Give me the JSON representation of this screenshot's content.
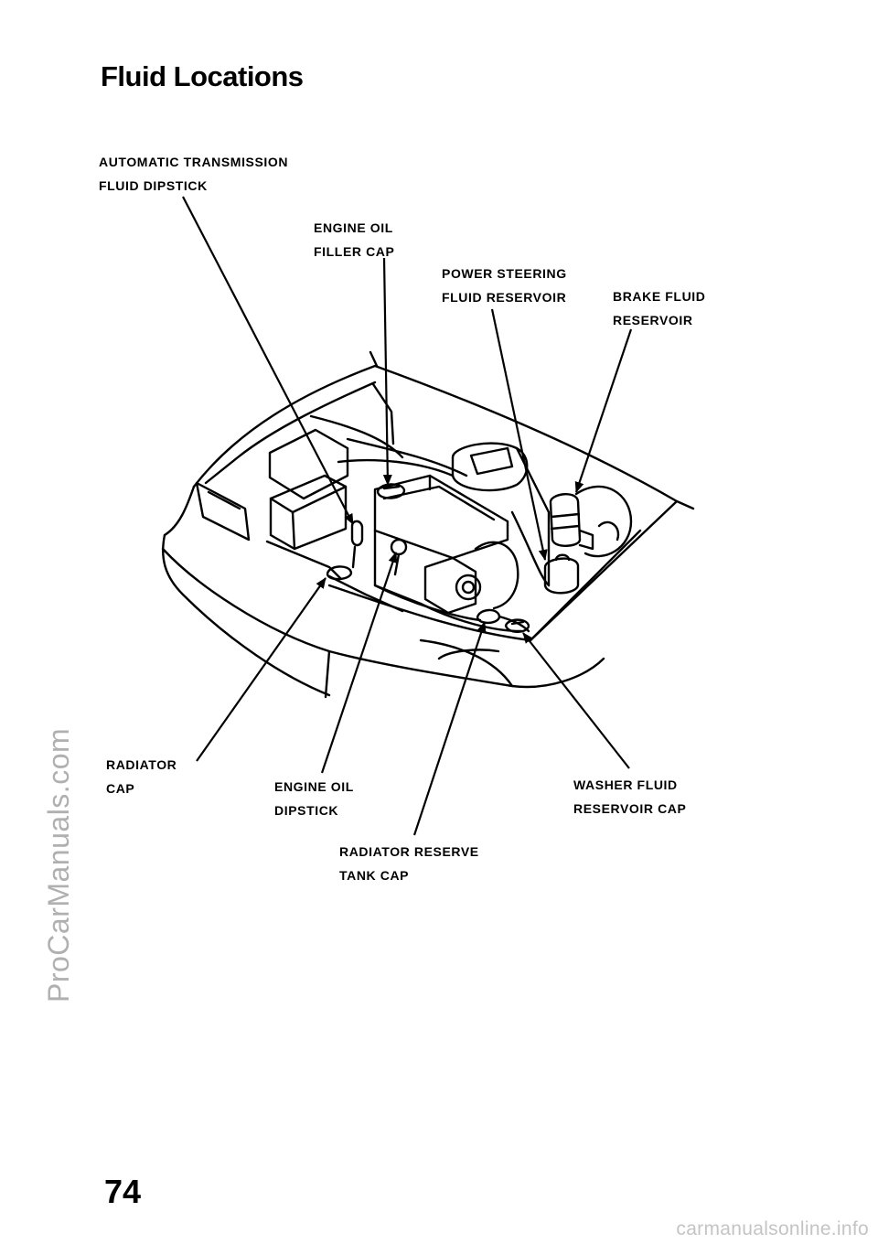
{
  "page": {
    "title": "Fluid Locations",
    "page_number": "74",
    "watermark": "ProCarManuals.com",
    "footer": "carmanualsonline.info"
  },
  "labels": {
    "atf_dipstick": {
      "line1": "AUTOMATIC  TRANSMISSION",
      "line2": "FLUID DIPSTICK"
    },
    "oil_filler_cap": {
      "line1": "ENGINE OIL",
      "line2": "FILLER CAP"
    },
    "power_steering": {
      "line1": "POWER STEERING",
      "line2": "FLUID RESERVOIR"
    },
    "brake_fluid": {
      "line1": "BRAKE FLUID",
      "line2": "RESERVOIR"
    },
    "radiator_cap": {
      "line1": "RADIATOR",
      "line2": "CAP"
    },
    "oil_dipstick": {
      "line1": "ENGINE OIL",
      "line2": "DIPSTICK"
    },
    "washer_fluid": {
      "line1": "WASHER FLUID",
      "line2": "RESERVOIR CAP"
    },
    "reserve_tank": {
      "line1": "RADIATOR  RESERVE",
      "line2": "TANK  CAP"
    }
  }
}
